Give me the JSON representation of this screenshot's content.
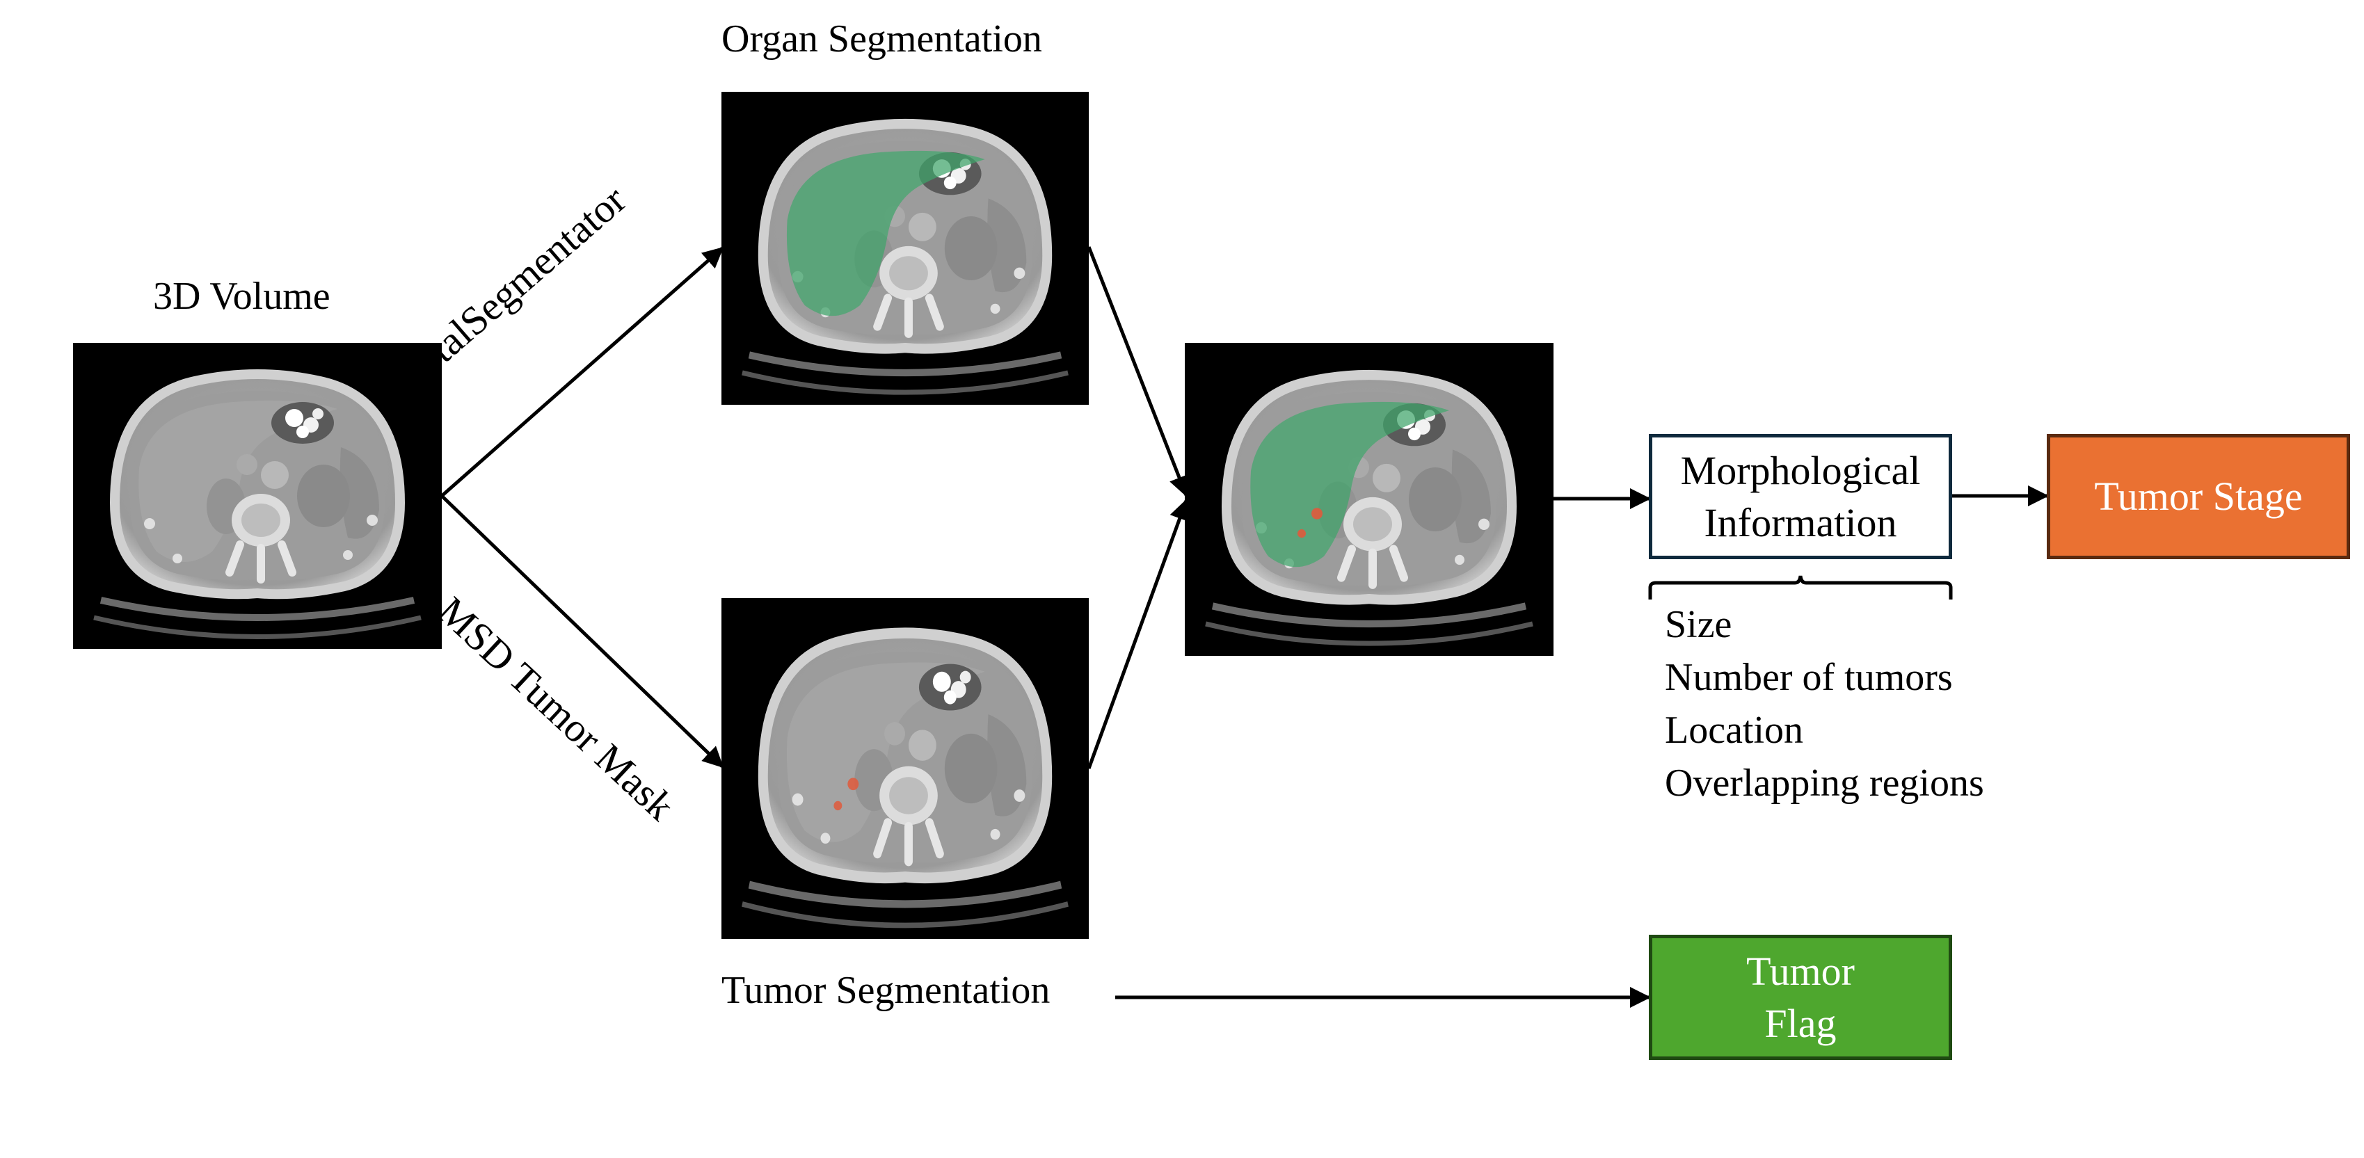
{
  "volume": {
    "title": "3D Volume"
  },
  "organ": {
    "title": "Organ Segmentation"
  },
  "tumor": {
    "title": "Tumor Segmentation"
  },
  "edges": {
    "upper": "TotalSegmentator",
    "lower": "MSD Tumor Mask"
  },
  "morph": {
    "line1": "Morphological",
    "line2": "Information"
  },
  "features": [
    "Size",
    "Number of tumors",
    "Location",
    "Overlapping regions"
  ],
  "stage": {
    "label": "Tumor Stage",
    "fill": "#ea7132",
    "border": "#5a2a10"
  },
  "flag": {
    "line1": "Tumor",
    "line2": "Flag",
    "fill": "#4ea72e",
    "border": "#1f4a12"
  },
  "colors": {
    "organ_mask": "#3fa46a",
    "tumor_mask": "#e05a3c",
    "morph_border": "#0f2a3d"
  }
}
